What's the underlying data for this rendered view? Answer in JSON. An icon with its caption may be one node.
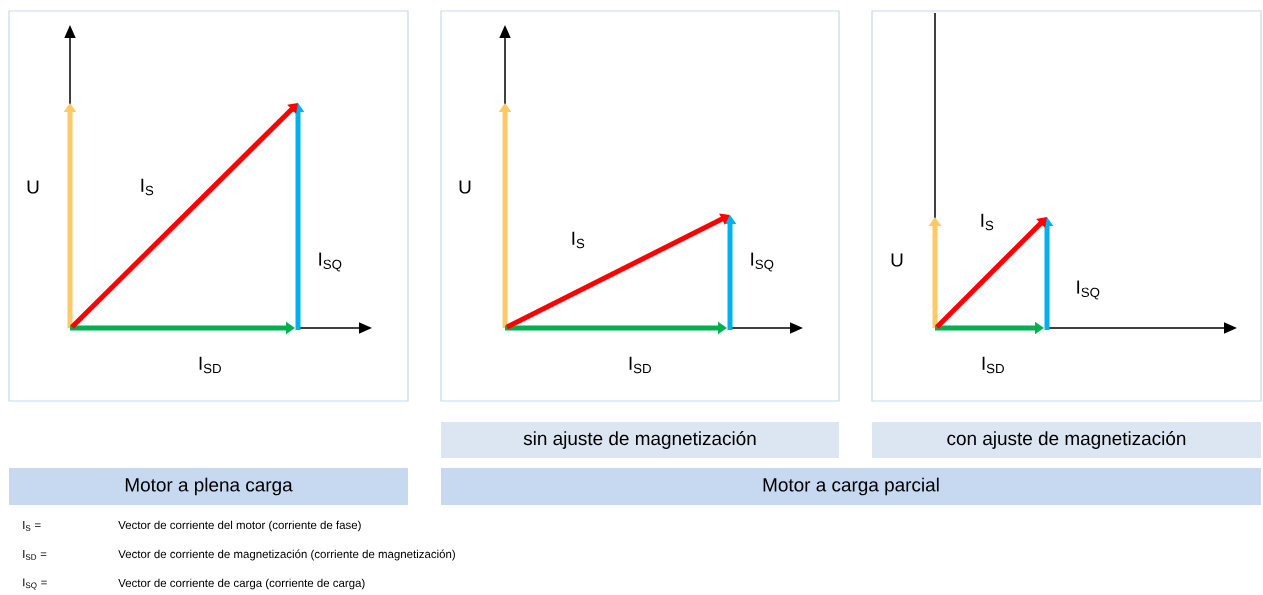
{
  "diagram": {
    "nodes": [
      {
        "text": [
          "U",
          "I$_{S}$",
          "I$_{SQ}$",
          "I$_{SD}$"
        ]
      },
      {
        "text": [
          "U",
          "I$_{S}$",
          "I$_{SQ}$",
          "I$_{SD}$"
        ]
      },
      {
        "text": [
          "U",
          "I$_{S}$",
          "I$_{SQ}$",
          "I$_{SD}$"
        ]
      },
      {
        "text": [
          "sin ajuste de magnetización"
        ]
      },
      {
        "text": [
          "con ajuste de magnetización"
        ]
      },
      {
        "text": [
          "Motor a plena carga"
        ]
      },
      {
        "text": [
          "Motor a carga parcial"
        ]
      }
    ],
    "labels": [
      "I$_{S}$ =",
      "Vector de corriente del motor (corriente de fase)",
      "I$_{SD}$ =",
      "Vector de corriente de magnetización (corriente de magnetización)",
      "I$_{SQ}$ =",
      "Vector de corriente de carga (corriente de carga)"
    ]
  }
}
